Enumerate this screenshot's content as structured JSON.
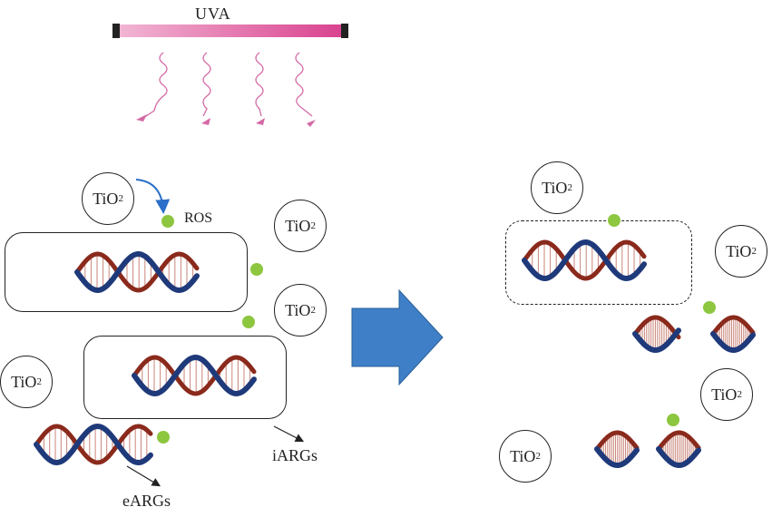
{
  "uva_label": "UVA",
  "tio2_label": "TiO",
  "tio2_subscript": "2",
  "ros_label": "ROS",
  "iargs_label": "iARGs",
  "eargs_label": "eARGs",
  "colors": {
    "uva_lamp": "#e07fb0",
    "uv_waves": "#d46aa6",
    "ros": "#8dc63f",
    "dna_blue": "#1f3a7a",
    "dna_red": "#8a2a1c",
    "arrow": "#3f7fc7",
    "curved_arrow": "#2a6fc9"
  }
}
